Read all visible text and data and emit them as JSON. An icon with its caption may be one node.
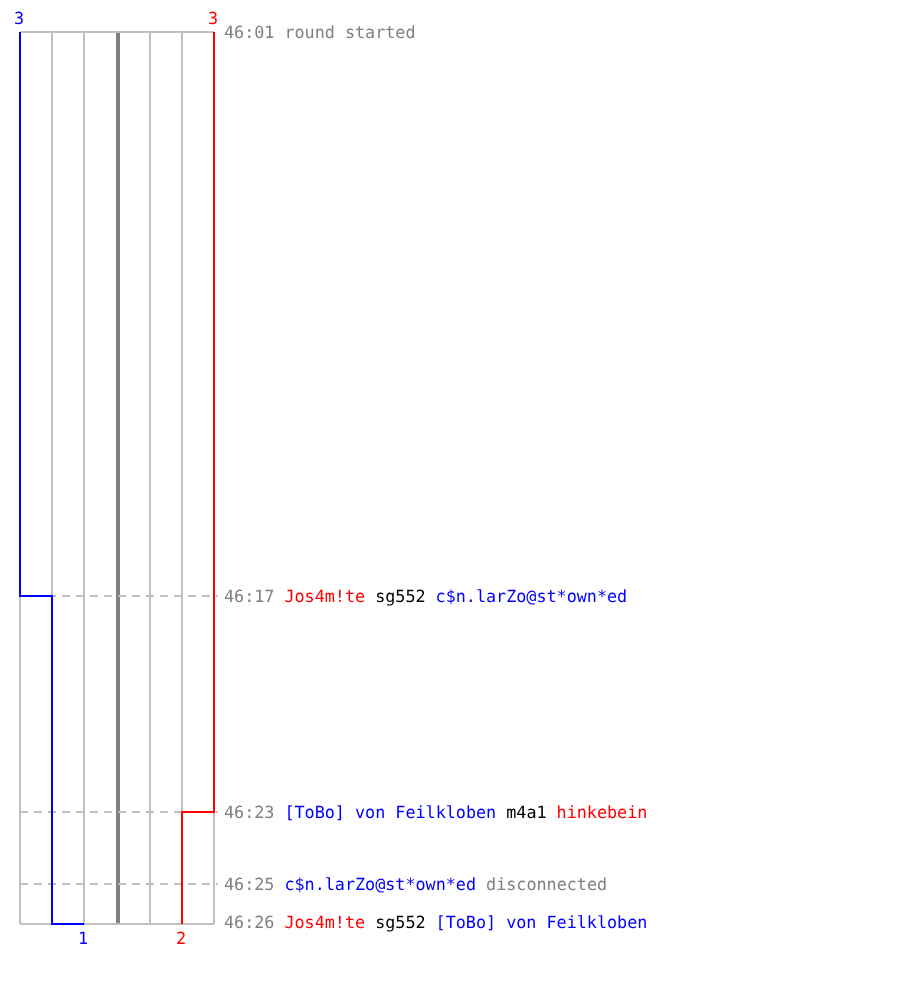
{
  "diagram": {
    "labels": [
      "3",
      "3",
      "46:01",
      "round started",
      "46:17",
      "Jos4m!te",
      "sg552",
      "c$n.larZo@st*own*ed",
      "46:23",
      "[ToBo] von Feilkloben",
      "m4a1",
      "hinkebein",
      "46:25",
      "c$n.larZo@st*own*ed",
      "disconnected",
      "46:26",
      "Jos4m!te",
      "sg552",
      "[ToBo] von Feilkloben",
      "1",
      "2"
    ]
  }
}
